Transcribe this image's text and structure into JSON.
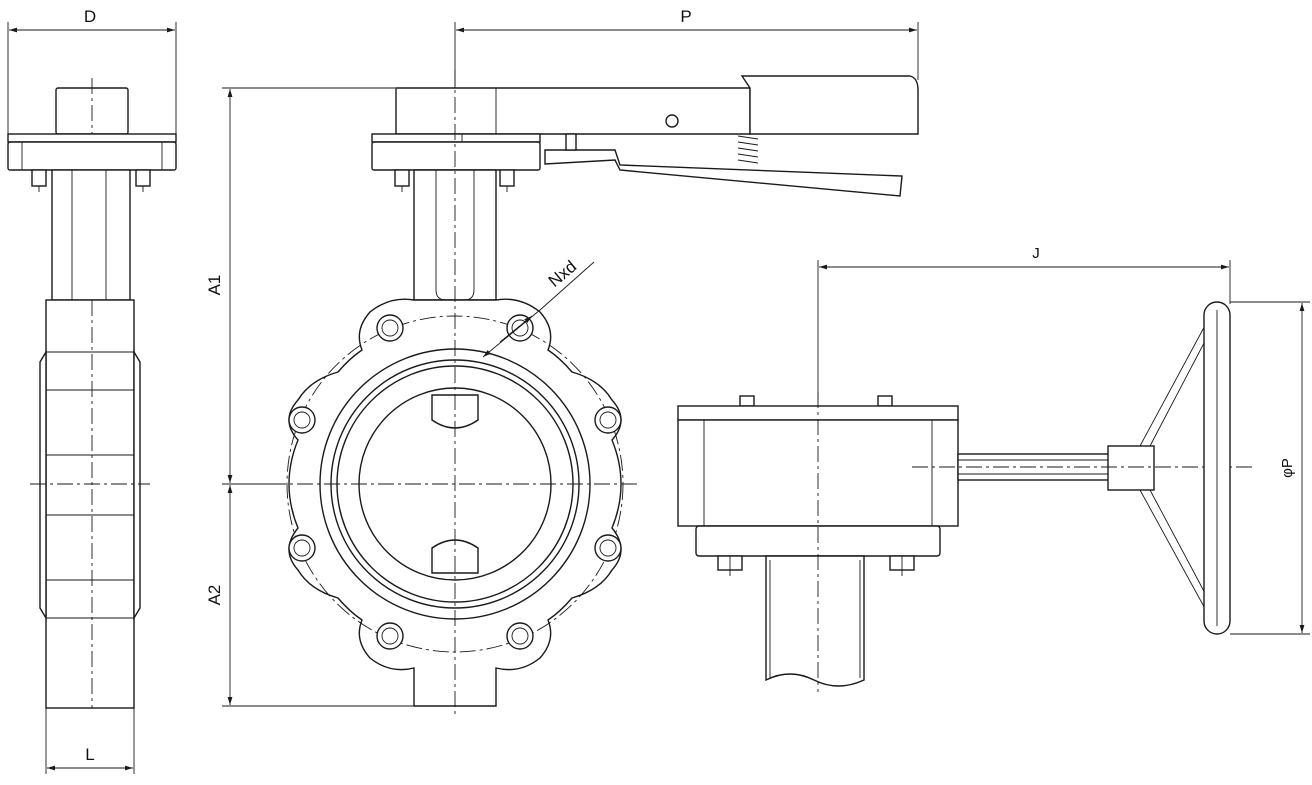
{
  "labels": {
    "D": "D",
    "P": "P",
    "A1": "A1",
    "A2": "A2",
    "L": "L",
    "Nxd": "Nxd",
    "J": "J",
    "phiP": "φP"
  },
  "colors": {
    "line": "#1a1a1a",
    "background": "#ffffff"
  }
}
